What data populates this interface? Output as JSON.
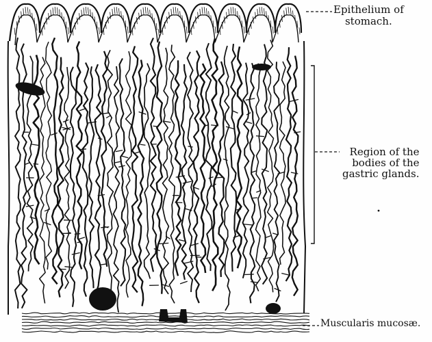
{
  "labels": {
    "epithelium": {
      "line1": "Epithelium of",
      "line2": "stomach."
    },
    "gastric_glands": {
      "line1": "Region of the",
      "line2": "bodies of the",
      "line3": "gastric glands."
    },
    "muscularis": {
      "line1": "Muscularis mucosæ."
    }
  },
  "colors": {
    "ink": "#111111",
    "paper": "#fefefe"
  }
}
